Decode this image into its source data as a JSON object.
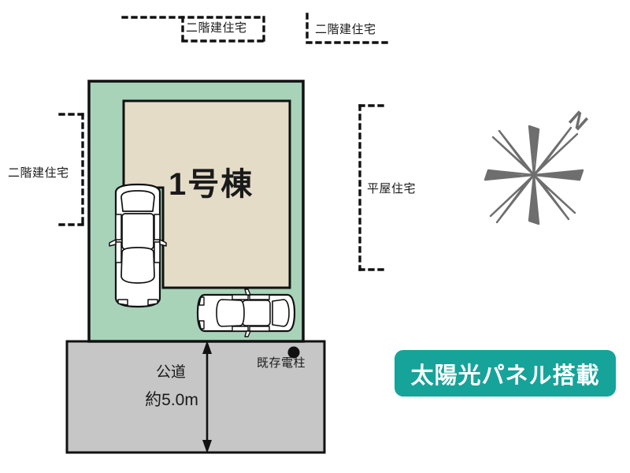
{
  "plan": {
    "title_label": "1号棟",
    "lot": {
      "fill_color": "#a8d3b9",
      "stroke_color": "#111111"
    },
    "building": {
      "fill_color": "#e5dcc8",
      "stroke_color": "#111111"
    },
    "road": {
      "fill_color": "#c6c6c6",
      "stroke_color": "#111111",
      "name_label": "公道",
      "width_label": "約5.0m"
    },
    "utility_pole": {
      "label": "既存電柱",
      "marker_color": "#111111"
    },
    "neighbors": [
      {
        "id": "north-west",
        "label": "二階建住宅"
      },
      {
        "id": "north-east",
        "label": "二階建住宅"
      },
      {
        "id": "west",
        "label": "二階建住宅"
      },
      {
        "id": "east",
        "label": "平屋住宅"
      }
    ],
    "parking": [
      {
        "id": "car-vertical",
        "orientation": "vertical"
      },
      {
        "id": "car-horizontal",
        "orientation": "horizontal"
      }
    ],
    "compass": {
      "north_letter": "N",
      "color": "#6e6e6e"
    }
  },
  "badge": {
    "label": "太陽光パネル搭載",
    "background_color": "#16a39a",
    "text_color": "#ffffff"
  }
}
